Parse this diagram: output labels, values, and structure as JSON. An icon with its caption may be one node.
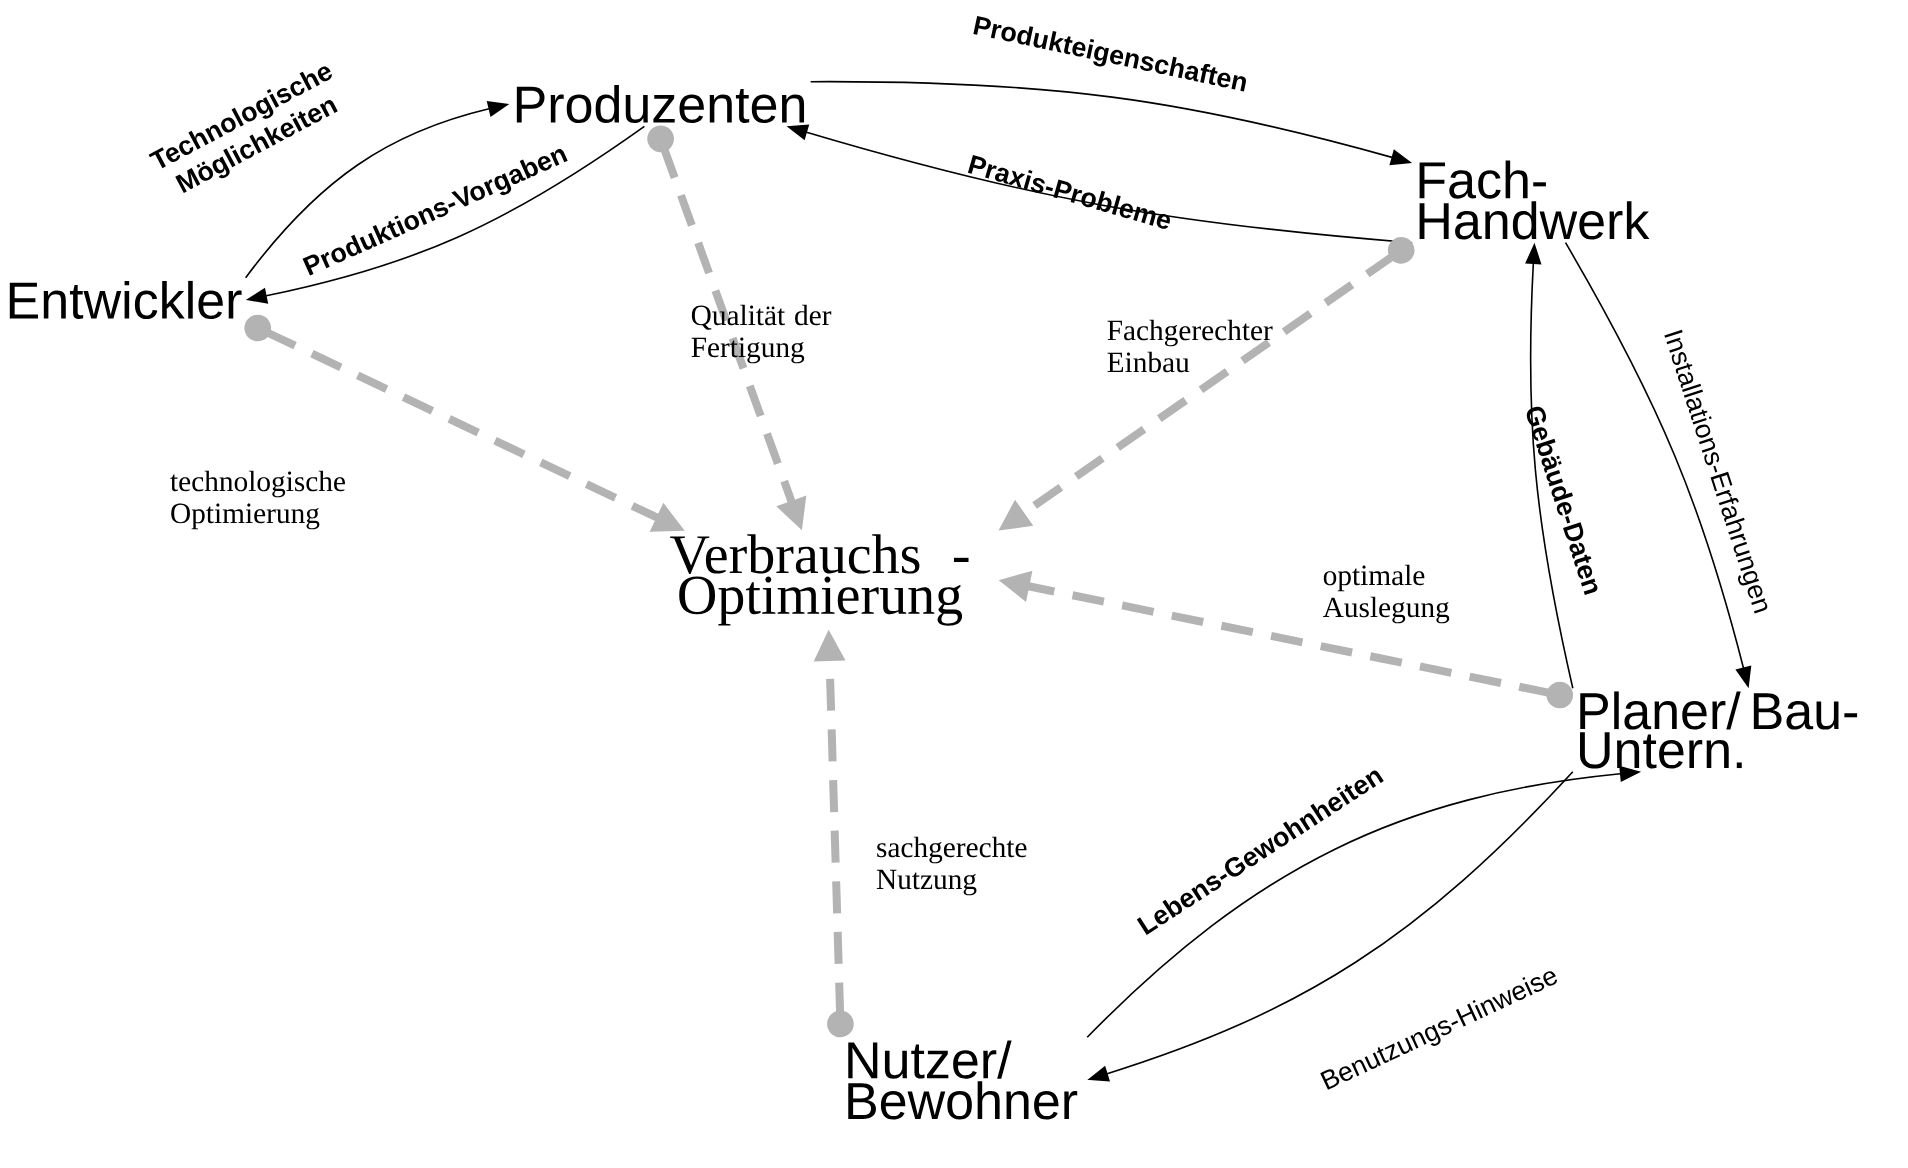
{
  "diagram": {
    "nodes": [
      {
        "text": [
          "Produzenten"
        ]
      },
      {
        "text": [
          "Fach- Handwerk"
        ]
      },
      {
        "text": [
          "Entwickler"
        ]
      },
      {
        "text": [
          "Verbrauchs - Optimierung"
        ]
      },
      {
        "text": [
          "Planer/ Bau-Untern."
        ]
      },
      {
        "text": [
          "Nutzer/ Bewohner"
        ]
      }
    ],
    "edges": [
      {
        "from": 2,
        "to": 0,
        "arrow": "to",
        "label": "Technologische Möglichkeiten"
      },
      {
        "from": 0,
        "to": 2,
        "arrow": "to",
        "label": "Produktions-Vorgaben"
      },
      {
        "from": 0,
        "to": 1,
        "arrow": "to",
        "label": "Produkteigenschaften"
      },
      {
        "from": 1,
        "to": 0,
        "arrow": "to",
        "label": "Praxis-Probleme"
      },
      {
        "from": 1,
        "to": 4,
        "arrow": "to",
        "label": "Installations-Erfahrungen"
      },
      {
        "from": 4,
        "to": 1,
        "arrow": "to",
        "label": "Gebäude-Daten"
      },
      {
        "from": 5,
        "to": 4,
        "arrow": "to",
        "label": "Lebens-Gewohnheiten"
      },
      {
        "from": 4,
        "to": 5,
        "arrow": "to",
        "label": "Benutzungs-Hinweise"
      },
      {
        "from": 0,
        "to": 3,
        "arrow": "to",
        "label": "Qualität der Fertigung",
        "style": "dashed",
        "color": "#b3b3b3"
      },
      {
        "from": 2,
        "to": 3,
        "arrow": "to",
        "label": "technologische Optimierung",
        "style": "dashed",
        "color": "#b3b3b3"
      },
      {
        "from": 1,
        "to": 3,
        "arrow": "to",
        "label": "Fachgerechter Einbau",
        "style": "dashed",
        "color": "#b3b3b3"
      },
      {
        "from": 4,
        "to": 3,
        "arrow": "to",
        "label": "optimale Auslegung",
        "style": "dashed",
        "color": "#b3b3b3"
      },
      {
        "from": 5,
        "to": 3,
        "arrow": "to",
        "label": "sachgerechte Nutzung",
        "style": "dashed",
        "color": "#b3b3b3"
      }
    ]
  }
}
